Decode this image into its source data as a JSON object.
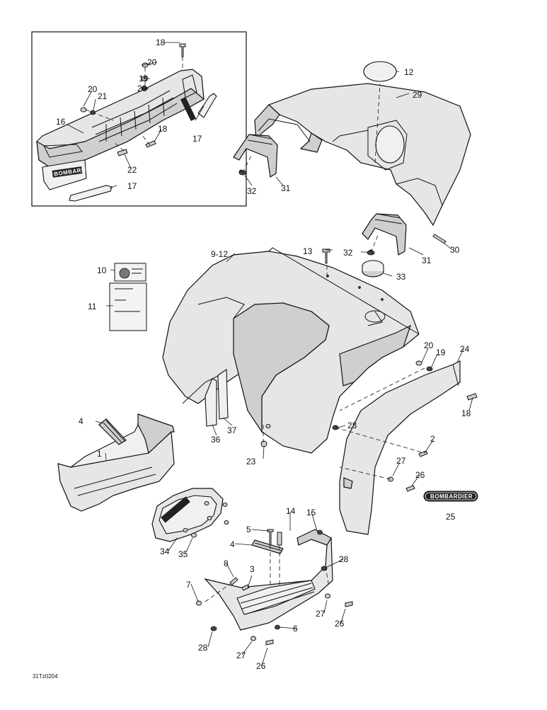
{
  "diagram": {
    "reference_code": "31Tz0204",
    "logo_text": "BOMBARDIER",
    "callouts": [
      {
        "id": "c18a",
        "label": "18"
      },
      {
        "id": "c20a",
        "label": "20"
      },
      {
        "id": "c19a",
        "label": "19"
      },
      {
        "id": "c20b",
        "label": "20"
      },
      {
        "id": "c20c",
        "label": "20"
      },
      {
        "id": "c21",
        "label": "21"
      },
      {
        "id": "c16",
        "label": "16"
      },
      {
        "id": "c18b",
        "label": "18"
      },
      {
        "id": "c17a",
        "label": "17"
      },
      {
        "id": "c22",
        "label": "22"
      },
      {
        "id": "c17b",
        "label": "17"
      },
      {
        "id": "c12",
        "label": "12"
      },
      {
        "id": "c29",
        "label": "29"
      },
      {
        "id": "c32a",
        "label": "32"
      },
      {
        "id": "c31a",
        "label": "31"
      },
      {
        "id": "c13",
        "label": "13"
      },
      {
        "id": "c32b",
        "label": "32"
      },
      {
        "id": "c31b",
        "label": "31"
      },
      {
        "id": "c30",
        "label": "30"
      },
      {
        "id": "c912",
        "label": "9-12"
      },
      {
        "id": "c10",
        "label": "10"
      },
      {
        "id": "c11",
        "label": "11"
      },
      {
        "id": "c33",
        "label": "33"
      },
      {
        "id": "c20d",
        "label": "20"
      },
      {
        "id": "c19b",
        "label": "19"
      },
      {
        "id": "c24",
        "label": "24"
      },
      {
        "id": "c18c",
        "label": "18"
      },
      {
        "id": "c4a",
        "label": "4"
      },
      {
        "id": "c36",
        "label": "36"
      },
      {
        "id": "c37",
        "label": "37"
      },
      {
        "id": "c28a",
        "label": "28"
      },
      {
        "id": "c2",
        "label": "2"
      },
      {
        "id": "c1",
        "label": "1"
      },
      {
        "id": "c23",
        "label": "23"
      },
      {
        "id": "c27a",
        "label": "27"
      },
      {
        "id": "c26a",
        "label": "26"
      },
      {
        "id": "c25",
        "label": "25"
      },
      {
        "id": "c14",
        "label": "14"
      },
      {
        "id": "c15",
        "label": "15"
      },
      {
        "id": "c5",
        "label": "5"
      },
      {
        "id": "c4b",
        "label": "4"
      },
      {
        "id": "c34",
        "label": "34"
      },
      {
        "id": "c35",
        "label": "35"
      },
      {
        "id": "c8",
        "label": "8"
      },
      {
        "id": "c3",
        "label": "3"
      },
      {
        "id": "c28b",
        "label": "28"
      },
      {
        "id": "c7",
        "label": "7"
      },
      {
        "id": "c27b",
        "label": "27"
      },
      {
        "id": "c26b",
        "label": "26"
      },
      {
        "id": "c6",
        "label": "6"
      },
      {
        "id": "c28c",
        "label": "28"
      },
      {
        "id": "c27c",
        "label": "27"
      },
      {
        "id": "c26c",
        "label": "26"
      }
    ]
  }
}
